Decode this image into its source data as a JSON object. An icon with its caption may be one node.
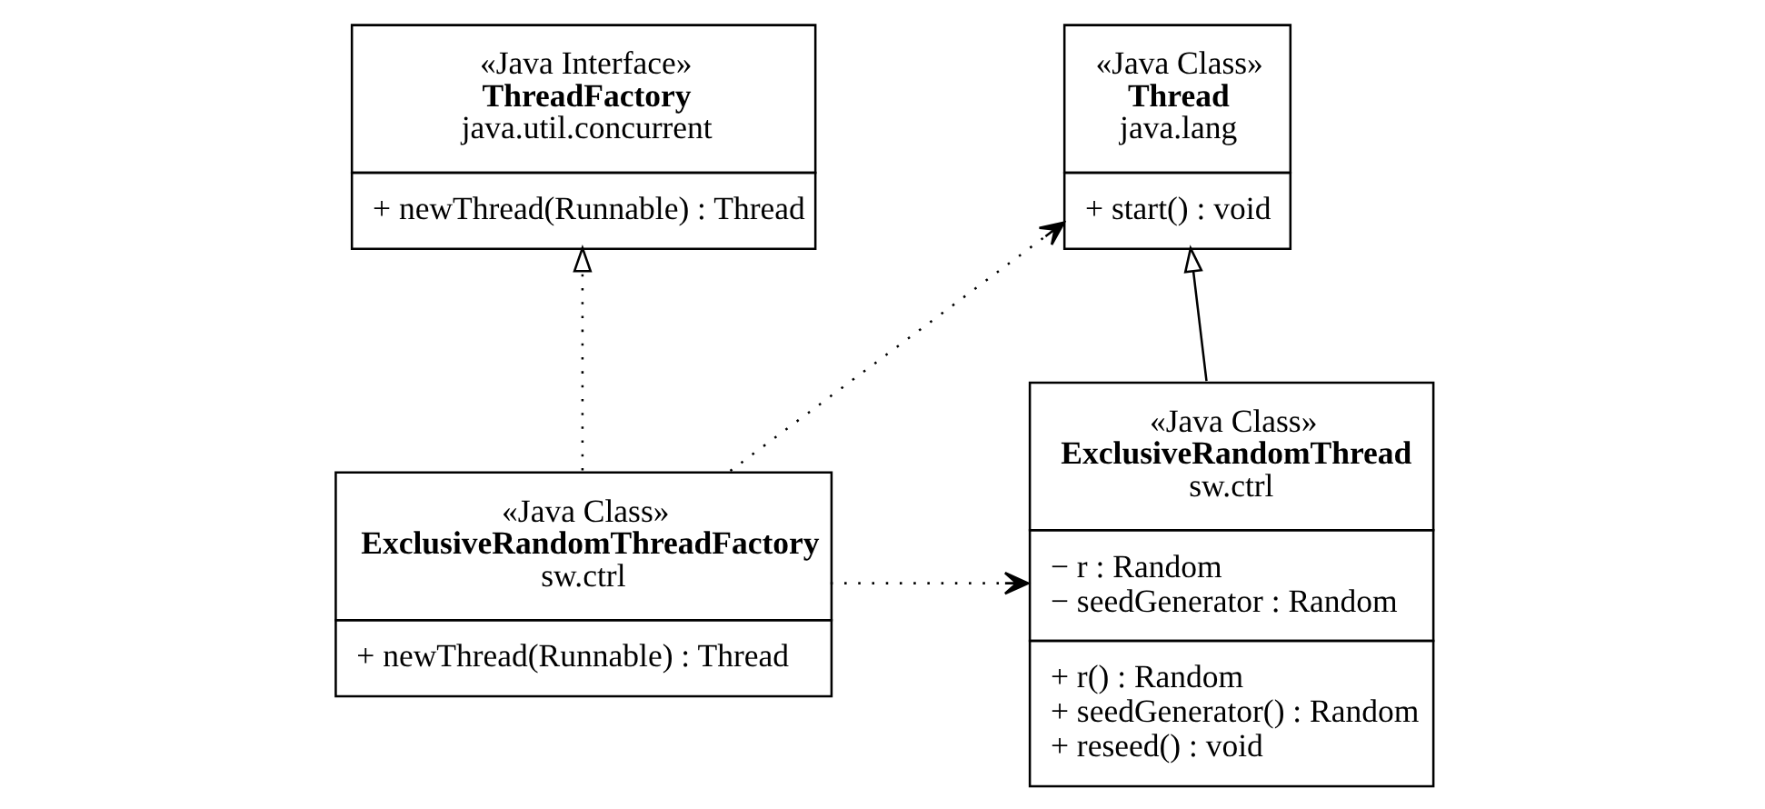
{
  "diagram": {
    "nodes": [
      {
        "text": [
          "«Java Class»",
          "Thread",
          "java.lang",
          "+ start() : void"
        ]
      },
      {
        "text": [
          "«Java Class»",
          "ExclusiveRandomThread",
          "sw.ctrl",
          "− r : Random",
          "− seedGenerator : Random",
          "+ r() : Random",
          "+ seedGenerator() : Random",
          "+ reseed() : void"
        ]
      },
      {
        "text": [
          "«Java Interface»",
          "ThreadFactory",
          "java.util.concurrent",
          "+ newThread(Runnable) : Thread"
        ]
      },
      {
        "text": [
          "«Java Class»",
          "ExclusiveRandomThreadFactory",
          "sw.ctrl",
          "+ newThread(Runnable) : Thread"
        ]
      }
    ],
    "edges": [
      {
        "from": 1,
        "to": 0,
        "arrow": "to"
      },
      {
        "from": 3,
        "to": 2,
        "arrow": "to",
        "style": "dashed"
      },
      {
        "from": 3,
        "to": 0,
        "arrow": "to",
        "style": "dashed"
      },
      {
        "from": 3,
        "to": 1,
        "arrow": "to",
        "style": "dashed"
      }
    ]
  }
}
